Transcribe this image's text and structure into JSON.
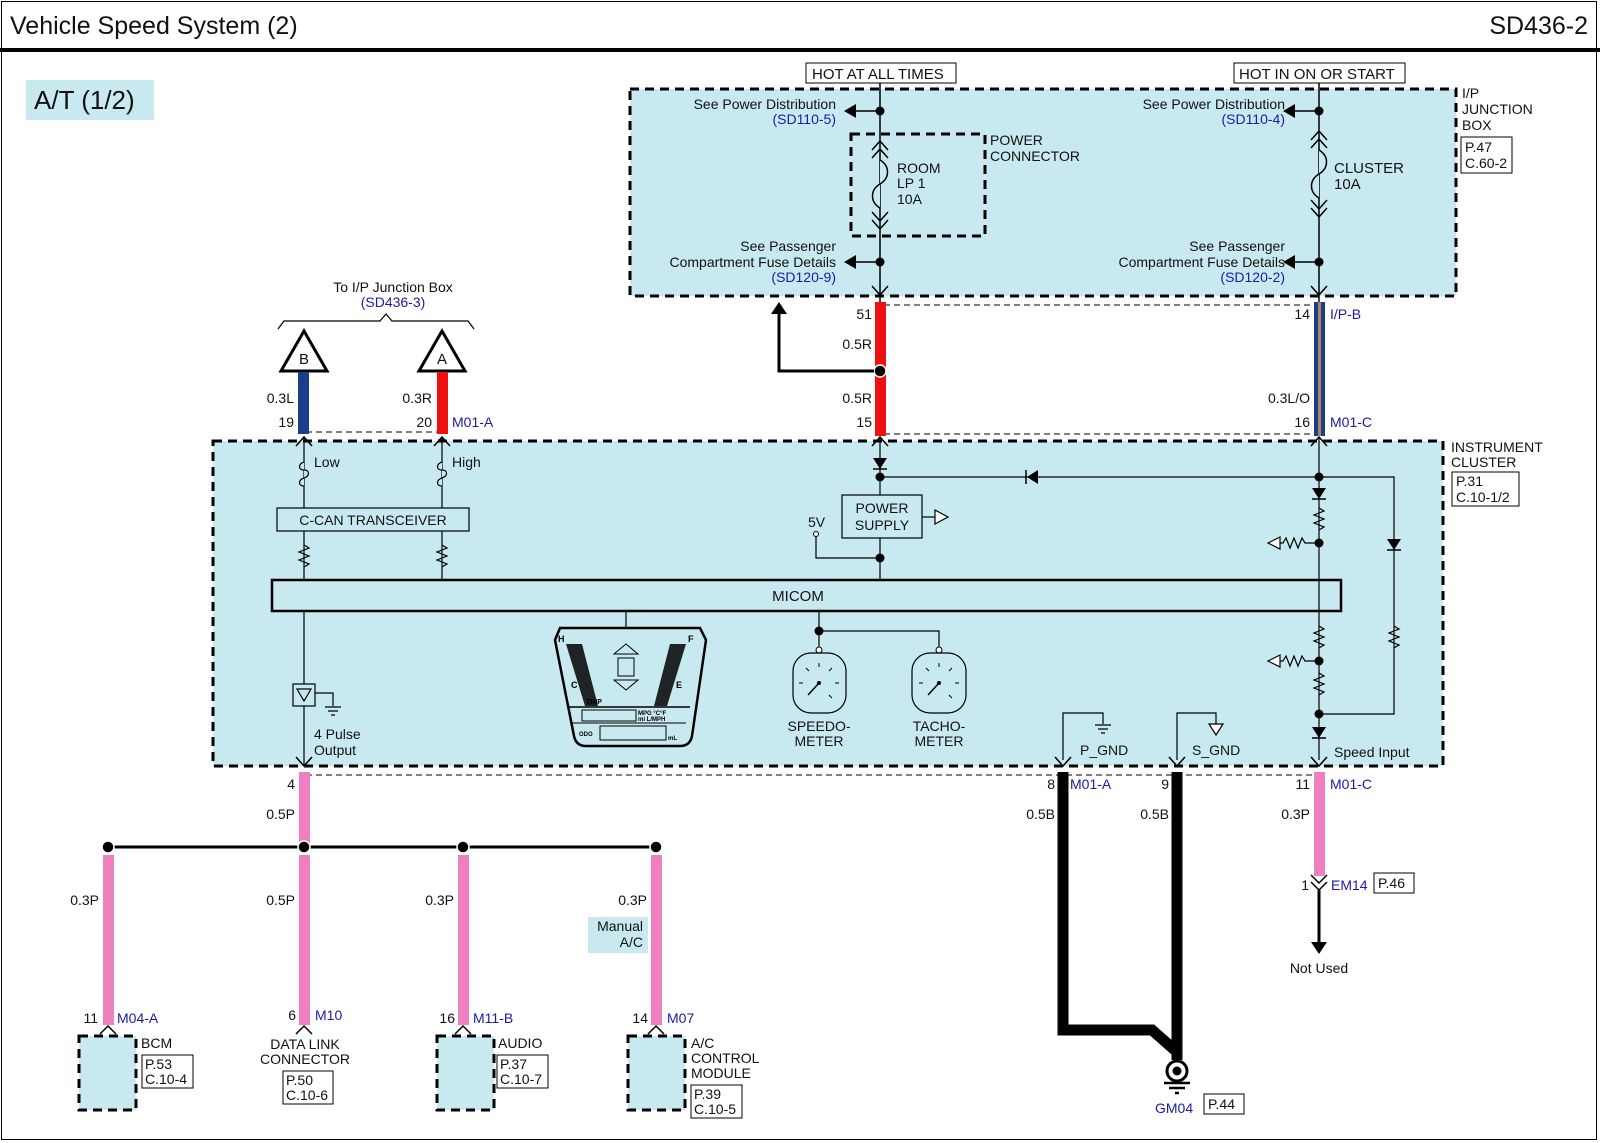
{
  "header": {
    "title": "Vehicle Speed System (2)",
    "page_code": "SD436-2",
    "section_badge": "A/T (1/2)"
  },
  "power": {
    "hot_at_all_times": "HOT AT ALL TIMES",
    "hot_in_on_or_start": "HOT IN ON OR START",
    "see_power_distribution": "See Power Distribution",
    "ref_left_power": "(SD110-5)",
    "ref_right_power": "(SD110-4)",
    "see_passenger_1": "See Passenger",
    "see_passenger_2": "Compartment Fuse Details",
    "ref_left_fuse": "(SD120-9)",
    "ref_right_fuse": "(SD120-2)",
    "power_connector_1": "POWER",
    "power_connector_2": "CONNECTOR",
    "fuse_left": [
      "ROOM",
      "LP 1",
      "10A"
    ],
    "fuse_right": [
      "CLUSTER",
      "10A"
    ],
    "junction_box": [
      "I/P",
      "JUNCTION",
      "BOX"
    ],
    "junction_box_ref": [
      "P.47",
      "C.60-2"
    ]
  },
  "can": {
    "to_junction": "To I/P Junction Box",
    "to_junction_ref": "(SD436-3)",
    "tag_b": "B",
    "tag_a": "A",
    "wire_b": "0.3L",
    "wire_a": "0.3R",
    "pin_b": "19",
    "pin_a": "20",
    "connector": "M01-A",
    "low": "Low",
    "high": "High",
    "transceiver": "C-CAN TRANSCEIVER"
  },
  "wires": {
    "left_pin_top": "51",
    "left_wire_upper": "0.5R",
    "left_wire_lower": "0.5R",
    "left_pin_bottom": "15",
    "right_pin_top": "14",
    "right_connector_top": "I/P-B",
    "right_wire": "0.3L/O",
    "right_pin_bottom": "16",
    "right_connector_bottom": "M01-C"
  },
  "cluster": {
    "name": [
      "INSTRUMENT",
      "CLUSTER"
    ],
    "ref": [
      "P.31",
      "C.10-1/2"
    ],
    "power_supply": [
      "POWER",
      "SUPPLY"
    ],
    "five_v": "5V",
    "micom": "MICOM",
    "speedometer": [
      "SPEEDO-",
      "METER"
    ],
    "tachometer": [
      "TACHO-",
      "METER"
    ],
    "pulse_output": [
      "4 Pulse",
      "Output"
    ],
    "p_gnd": "P_GND",
    "s_gnd": "S_GND",
    "speed_input": "Speed Input",
    "lcd": {
      "h": "H",
      "f": "F",
      "c": "C",
      "e": "E",
      "trip": "TRIP",
      "odo": "ODO",
      "units": "MPG °C°F",
      "units2": "mi L/MPH",
      "ml": "mL"
    }
  },
  "bottom": {
    "pin_4": "4",
    "wire_4": "0.5P",
    "pin_8": "8",
    "conn_8": "M01-A",
    "wire_8": "0.5B",
    "pin_9": "9",
    "wire_9": "0.5B",
    "pin_11": "11",
    "conn_11": "M01-C",
    "wire_11": "0.3P",
    "em14_pin": "1",
    "em14": "EM14",
    "em14_ref": "P.46",
    "not_used": "Not Used",
    "ground": "GM04",
    "ground_ref": "P.44",
    "manual_ac": [
      "Manual",
      "A/C"
    ]
  },
  "modules": [
    {
      "wire": "0.3P",
      "pin": "11",
      "connector": "M04-A",
      "name": [
        "BCM"
      ],
      "ref": [
        "P.53",
        "C.10-4"
      ]
    },
    {
      "wire": "0.5P",
      "pin": "6",
      "connector": "M10",
      "name": [
        "DATA LINK",
        "CONNECTOR"
      ],
      "ref": [
        "P.50",
        "C.10-6"
      ]
    },
    {
      "wire": "0.3P",
      "pin": "16",
      "connector": "M11-B",
      "name": [
        "AUDIO"
      ],
      "ref": [
        "P.37",
        "C.10-7"
      ]
    },
    {
      "wire": "0.3P",
      "pin": "14",
      "connector": "M07",
      "name": [
        "A/C",
        "CONTROL",
        "MODULE"
      ],
      "ref": [
        "P.39",
        "C.10-5"
      ]
    }
  ],
  "colors": {
    "box_fill": "#c9e9f1",
    "wire_red": "#ee1111",
    "wire_blue": "#1a3e8c",
    "wire_pink": "#f07fbf",
    "wire_orange": "#b08060",
    "ref_blue": "#1a1aa8"
  }
}
